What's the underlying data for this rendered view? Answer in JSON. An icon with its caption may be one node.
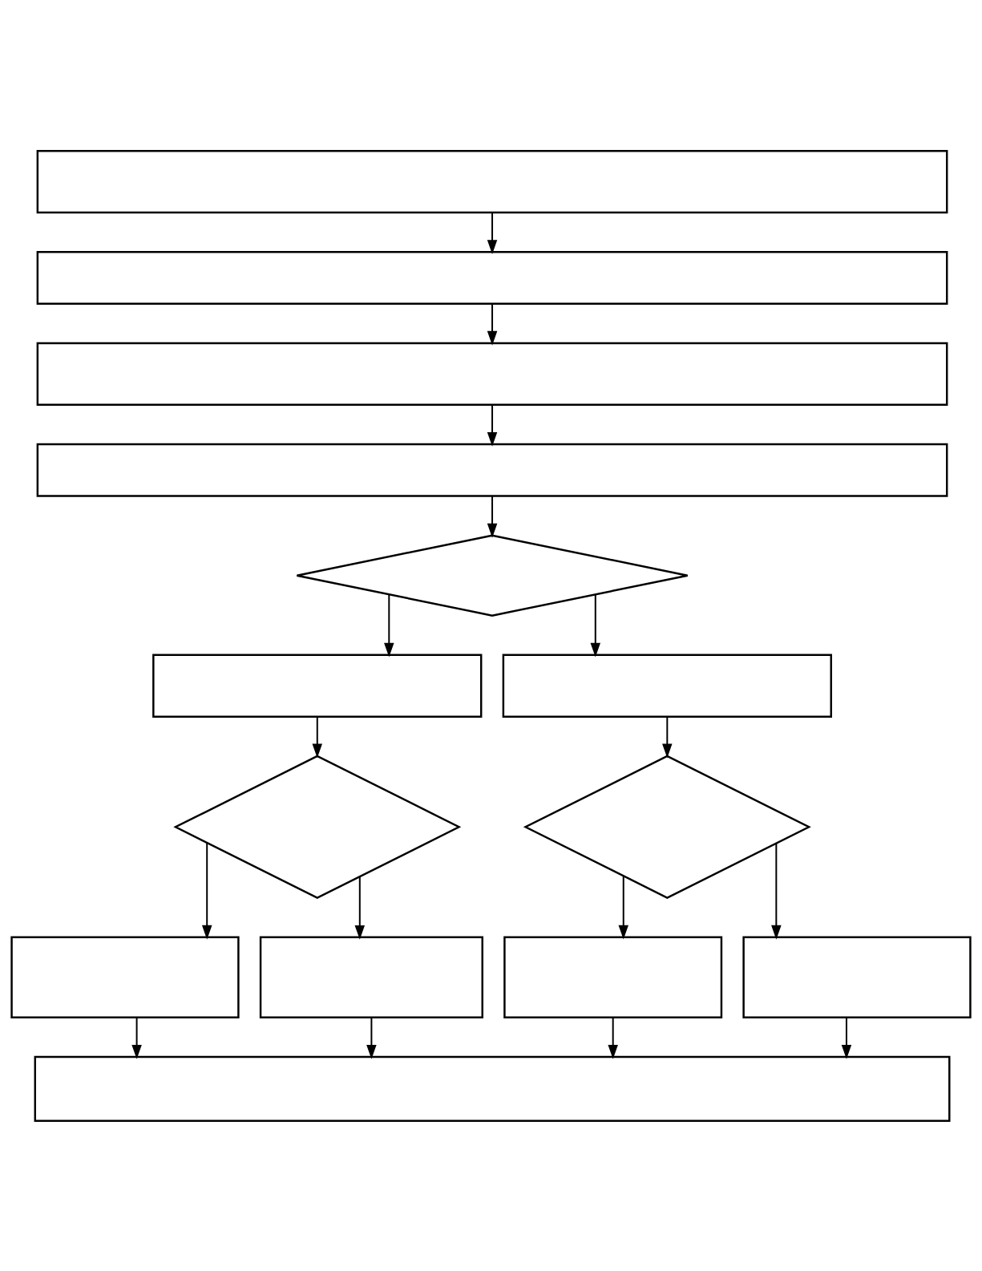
{
  "diagram": {
    "nodes": [
      {
        "text": [],
        "shape": "box"
      },
      {
        "text": [],
        "shape": "box"
      },
      {
        "text": [],
        "shape": "box"
      },
      {
        "text": [],
        "shape": "box"
      },
      {
        "text": [],
        "shape": "diamond"
      },
      {
        "text": [],
        "shape": "box"
      },
      {
        "text": [],
        "shape": "box"
      },
      {
        "text": [],
        "shape": "diamond"
      },
      {
        "text": [],
        "shape": "diamond"
      },
      {
        "text": [],
        "shape": "box"
      },
      {
        "text": [],
        "shape": "box"
      },
      {
        "text": [],
        "shape": "box"
      },
      {
        "text": [],
        "shape": "box"
      },
      {
        "text": [],
        "shape": "box"
      }
    ],
    "edges": [
      {
        "from": 0,
        "to": 1,
        "arrow": "to"
      },
      {
        "from": 1,
        "to": 2,
        "arrow": "to"
      },
      {
        "from": 2,
        "to": 3,
        "arrow": "to"
      },
      {
        "from": 3,
        "to": 4,
        "arrow": "to"
      },
      {
        "from": 4,
        "to": 5,
        "arrow": "to"
      },
      {
        "from": 4,
        "to": 6,
        "arrow": "to"
      },
      {
        "from": 5,
        "to": 7,
        "arrow": "to"
      },
      {
        "from": 6,
        "to": 8,
        "arrow": "to"
      },
      {
        "from": 7,
        "to": 9,
        "arrow": "to"
      },
      {
        "from": 7,
        "to": 10,
        "arrow": "to"
      },
      {
        "from": 8,
        "to": 11,
        "arrow": "to"
      },
      {
        "from": 8,
        "to": 12,
        "arrow": "to"
      },
      {
        "from": 9,
        "to": 13,
        "arrow": "to"
      },
      {
        "from": 10,
        "to": 13,
        "arrow": "to"
      },
      {
        "from": 11,
        "to": 13,
        "arrow": "to"
      },
      {
        "from": 12,
        "to": 13,
        "arrow": "to"
      }
    ]
  }
}
